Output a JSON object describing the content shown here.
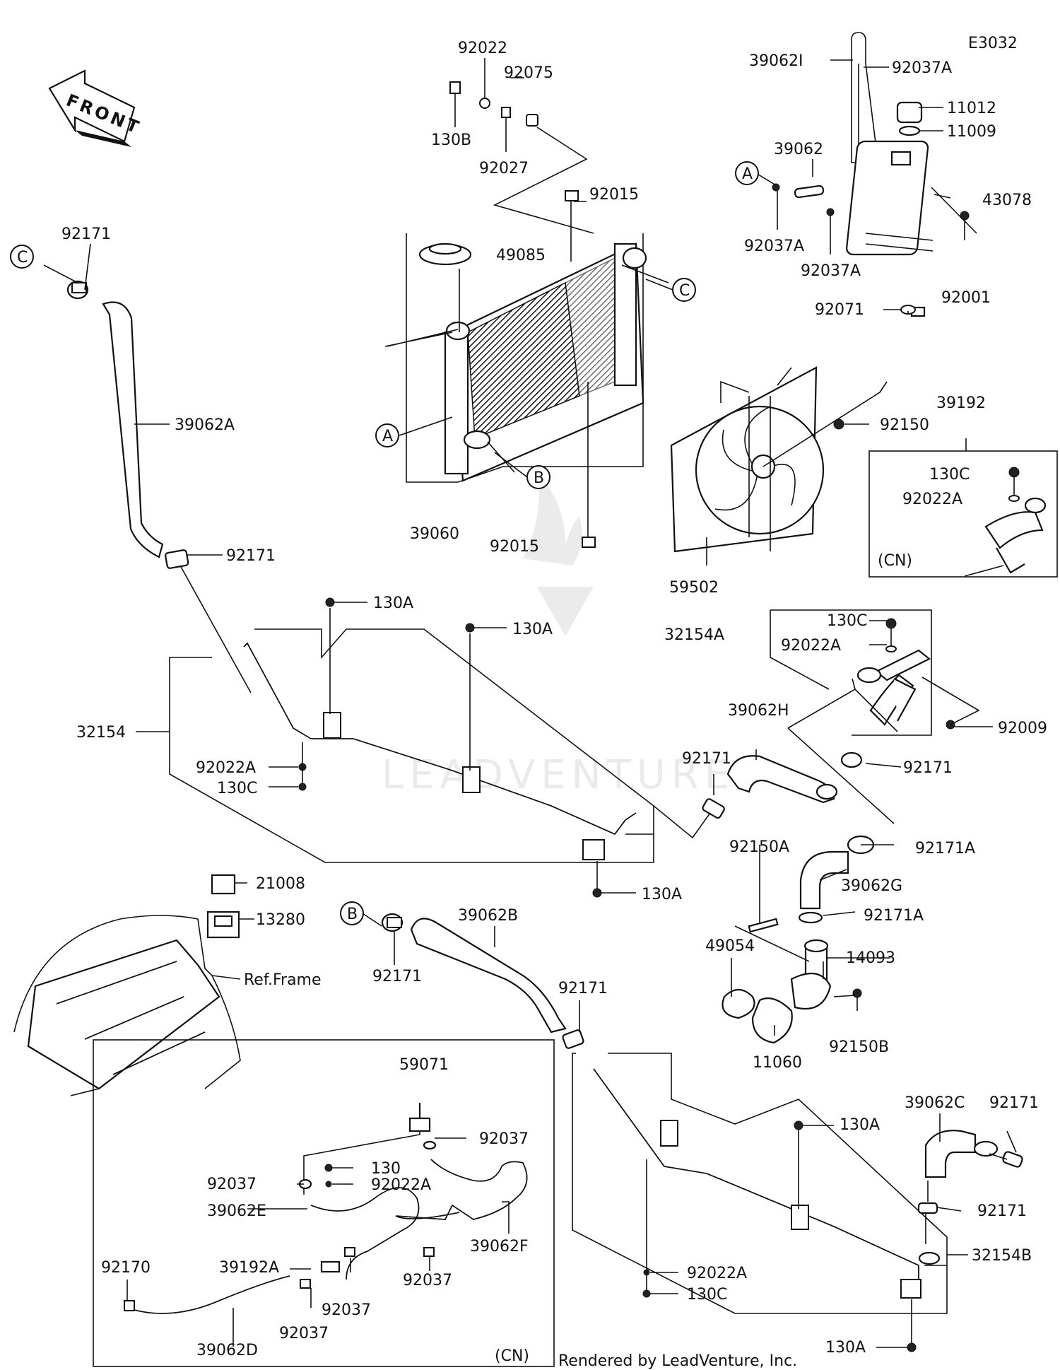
{
  "diagram": {
    "code": "E3032",
    "front_label": "FRONT",
    "footer": "Rendered by LeadVenture, Inc.",
    "watermark": "LEADVENTURE",
    "ref_frame": "Ref.Frame",
    "region_cn_1": "(CN)",
    "region_cn_2": "(CN)",
    "callouts": {
      "a1": "A",
      "a2": "A",
      "b1": "B",
      "b2": "B",
      "c1": "C",
      "c2": "C"
    },
    "parts": {
      "p39062I": "39062I",
      "p92037A_top": "92037A",
      "p11012": "11012",
      "p11009": "11009",
      "p39062": "39062",
      "p43078": "43078",
      "p92037A_left": "92037A",
      "p92037A_mid": "92037A",
      "p92001": "92001",
      "p92071": "92071",
      "p92022": "92022",
      "p92075": "92075",
      "p130B": "130B",
      "p92027": "92027",
      "p92015_top": "92015",
      "p49085": "49085",
      "p39060": "39060",
      "p92015_bot": "92015",
      "p92150": "92150",
      "p39192": "39192",
      "p130C_box": "130C",
      "p92022A_box": "92022A",
      "p59502": "59502",
      "p92171_tl": "92171",
      "p39062A": "39062A",
      "p92171_mid": "92171",
      "p130A_1": "130A",
      "p130A_2": "130A",
      "p32154": "32154",
      "p92022A_left": "92022A",
      "p130C_left": "130C",
      "p130C_r": "130C",
      "p32154A": "32154A",
      "p92022A_r": "92022A",
      "p39062H": "39062H",
      "p92171_h": "92171",
      "p92009": "92009",
      "p92171_r": "92171",
      "p92150A": "92150A",
      "p92171A_1": "92171A",
      "p39062G": "39062G",
      "p92171A_2": "92171A",
      "p130A_3": "130A",
      "p21008": "21008",
      "p13280": "13280",
      "p92171_b": "92171",
      "p39062B": "39062B",
      "p92171_b2": "92171",
      "p49054": "49054",
      "p14093": "14093",
      "p11060": "11060",
      "p92150B": "92150B",
      "p59071": "59071",
      "p92037_1": "92037",
      "p130": "130",
      "p92037_2": "92037",
      "p92022A_cn": "92022A",
      "p39062E": "39062E",
      "p39062F": "39062F",
      "p39192A": "39192A",
      "p92170": "92170",
      "p92037_3": "92037",
      "p92037_4": "92037",
      "p92037_5": "92037",
      "p39062D": "39062D",
      "p130A_4": "130A",
      "p39062C": "39062C",
      "p92171_c": "92171",
      "p92171_c2": "92171",
      "p92022A_bot": "92022A",
      "p130C_bot": "130C",
      "p32154B": "32154B",
      "p130A_5": "130A"
    }
  }
}
